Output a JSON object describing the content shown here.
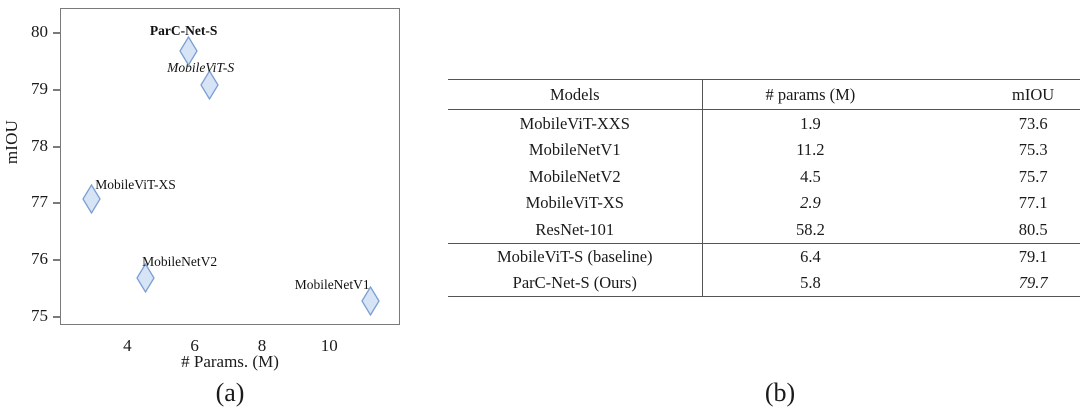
{
  "chart_data": [
    {
      "type": "scatter",
      "panel": "(a)",
      "title": "",
      "xlabel": "# Params. (M)",
      "ylabel": "mIOU",
      "xlim": [
        2.0,
        12.1
      ],
      "ylim": [
        74.85,
        80.45
      ],
      "xticks": [
        4,
        6,
        8,
        10
      ],
      "yticks": [
        75,
        76,
        77,
        78,
        79,
        80
      ],
      "grid": false,
      "legend": "none",
      "marker": "diamond",
      "marker_fill": "#d6e4f5",
      "marker_stroke": "#7b9fd4",
      "points": [
        {
          "label": "MobileViT-XS",
          "x": 2.9,
          "y": 77.1,
          "style": "normal",
          "label_dx": 4,
          "label_dy": -22
        },
        {
          "label": "MobileNetV2",
          "x": 4.5,
          "y": 75.7,
          "style": "normal",
          "label_dx": -3,
          "label_dy": -24
        },
        {
          "label": "MobileNetV1",
          "x": 11.2,
          "y": 75.3,
          "style": "normal",
          "label_dx": -76,
          "label_dy": -24
        },
        {
          "label": "MobileViT-S",
          "x": 6.4,
          "y": 79.1,
          "style": "italic",
          "label_dx": -42,
          "label_dy": -25
        },
        {
          "label": "ParC-Net-S",
          "x": 5.8,
          "y": 79.7,
          "style": "bold",
          "label_dx": -39,
          "label_dy": -28
        }
      ]
    },
    {
      "type": "table",
      "panel": "(b)",
      "columns": [
        "Models",
        "# params (M)",
        "mIOU"
      ],
      "rows": [
        {
          "model": "MobileViT-XXS",
          "params": "1.9",
          "params_style": "bold",
          "miou": "73.6",
          "miou_style": "normal"
        },
        {
          "model": "MobileNetV1",
          "params": "11.2",
          "params_style": "normal",
          "miou": "75.3",
          "miou_style": "normal"
        },
        {
          "model": "MobileNetV2",
          "params": "4.5",
          "params_style": "normal",
          "miou": "75.7",
          "miou_style": "normal"
        },
        {
          "model": "MobileViT-XS",
          "params": "2.9",
          "params_style": "italic",
          "miou": "77.1",
          "miou_style": "normal"
        },
        {
          "model": "ResNet-101",
          "params": "58.2",
          "params_style": "normal",
          "miou": "80.5",
          "miou_style": "bold"
        },
        {
          "model": "MobileViT-S (baseline)",
          "params": "6.4",
          "params_style": "normal",
          "miou": "79.1",
          "miou_style": "normal"
        },
        {
          "model": "ParC-Net-S (Ours)",
          "params": "5.8",
          "params_style": "normal",
          "miou": "79.7",
          "miou_style": "italic"
        }
      ],
      "section_break_after_row": 4
    }
  ],
  "captions": {
    "a": "(a)",
    "b": "(b)"
  }
}
